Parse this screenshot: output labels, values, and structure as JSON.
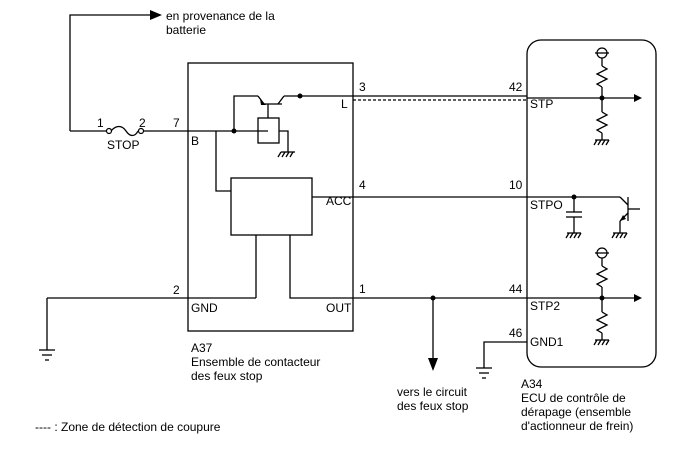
{
  "battery_note": [
    "en provenance de la",
    "batterie"
  ],
  "fuse": {
    "pin_left": "1",
    "pin_right": "2",
    "name": "STOP"
  },
  "a37": {
    "code": "A37",
    "title_lines": [
      "Ensemble de contacteur",
      "des feux stop"
    ],
    "terminals": {
      "b": "B",
      "l": "L",
      "acc": "ACC",
      "gnd": "GND",
      "out": "OUT"
    },
    "pins": {
      "b": "7",
      "l": "3",
      "acc": "4",
      "gnd": "2",
      "out": "1"
    }
  },
  "a34": {
    "code": "A34",
    "title_lines": [
      "ECU de contrôle de",
      "dérapage (ensemble",
      "d'actionneur de frein)"
    ],
    "terminals": {
      "stp": "STP",
      "stpo": "STPO",
      "stp2": "STP2",
      "gnd1": "GND1"
    },
    "pins": {
      "stp": "42",
      "stpo": "10",
      "stp2": "44",
      "gnd1": "46"
    }
  },
  "stop_light_note": [
    "vers le circuit",
    "des feux stop"
  ],
  "legend": "---- : Zone de détection de coupure"
}
